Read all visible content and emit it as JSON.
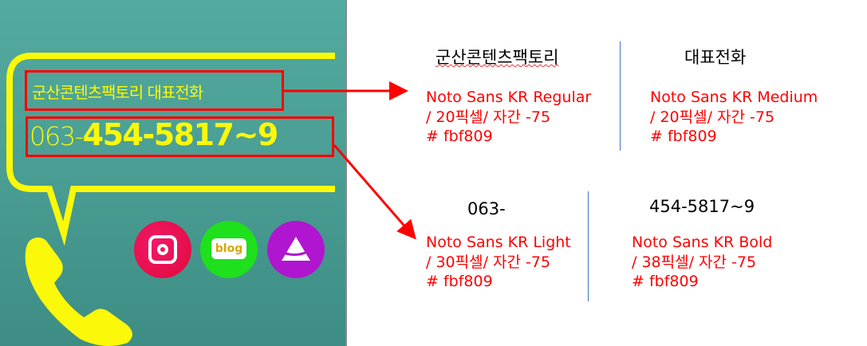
{
  "banner": {
    "title": "군산콘텐츠팩토리 대표전화",
    "phone_prefix": "063-",
    "phone_main": "454-5817~9",
    "icons": [
      "instagram-icon",
      "blog-icon",
      "tent-icon"
    ],
    "blog_label": "blog",
    "accent": "#fbf809"
  },
  "specs": {
    "top_left": {
      "sample": "군산콘텐츠팩토리",
      "lines": [
        "Noto Sans KR Regular",
        "/ 20픽셀/ 자간 -75",
        "# fbf809"
      ]
    },
    "top_right": {
      "sample": "대표전화",
      "lines": [
        "Noto Sans KR Medium",
        "/ 20픽셀/ 자간 -75",
        "# fbf809"
      ]
    },
    "bottom_left": {
      "sample": "063-",
      "lines": [
        "Noto Sans KR Light",
        "/ 30픽셀/ 자간 -75",
        "# fbf809"
      ]
    },
    "bottom_right": {
      "sample": "454-5817~9",
      "lines": [
        "Noto Sans KR Bold",
        "/ 38픽셀/ 자간 -75",
        "# fbf809"
      ]
    }
  }
}
